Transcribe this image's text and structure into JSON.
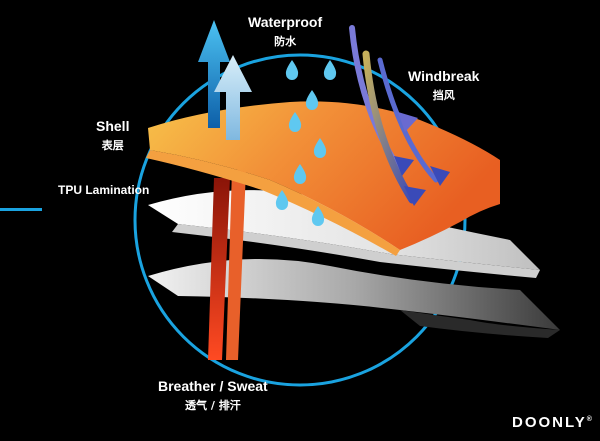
{
  "labels": {
    "waterproof": {
      "en": "Waterproof",
      "zh": "防水"
    },
    "windbreak": {
      "en": "Windbreak",
      "zh": "挡风"
    },
    "shell": {
      "en": "Shell",
      "zh": "表层"
    },
    "tpu": {
      "en": "TPU  Lamination"
    },
    "breather": {
      "en": "Breather / Sweat",
      "zh": "透气 / 排汗"
    }
  },
  "brand": {
    "name": "DOONLY",
    "mark": "®"
  },
  "colors": {
    "background": "#000000",
    "accent_cyan": "#1aa3e0",
    "shell_orange": "#f07a2a",
    "tpu_white": "#e8e8e8",
    "bottom_grey": "#8c8c8c",
    "water_drop": "#5fc8f0",
    "sweat_red": "#d8301a",
    "wind_purple": "#5a5ab0"
  },
  "icons": [
    "water-drop-icon",
    "waterproof-arrow-icon",
    "windbreak-arrow-icon",
    "sweat-arrow-icon"
  ]
}
